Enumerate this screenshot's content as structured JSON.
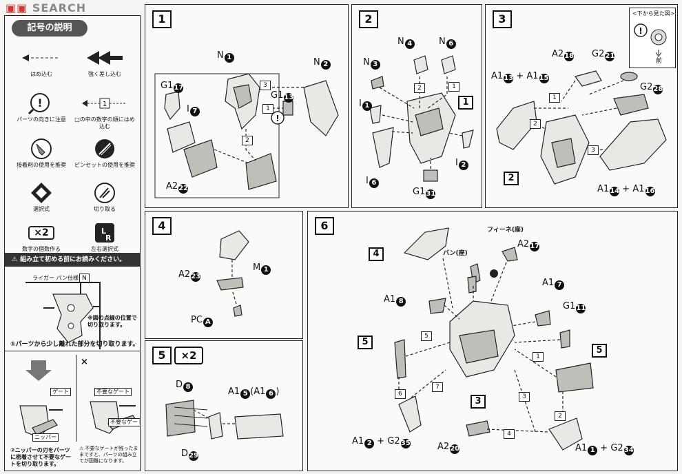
{
  "watermark": "SEARCH",
  "legend": {
    "title": "記号の説明",
    "items": [
      {
        "icon": "insert-arrow-icon",
        "text": "はめ込む"
      },
      {
        "icon": "press-arrow-icon",
        "text": "強く差し込む"
      },
      {
        "icon": "attention-icon",
        "text": "パーツの向きに注意"
      },
      {
        "icon": "numbered-order-icon",
        "text": "□の中の数字の順にはめ込む",
        "box": "1"
      },
      {
        "icon": "glue-icon",
        "text": "接着剤の使用を推奨"
      },
      {
        "icon": "tweezers-icon",
        "text": "ピンセットの使用を推奨"
      },
      {
        "icon": "choice-icon",
        "text": "選択式"
      },
      {
        "icon": "cut-icon",
        "text": "切り取る"
      },
      {
        "icon": "multiply-icon",
        "text": "数字の個数作る",
        "box": "×2"
      },
      {
        "icon": "left-right-icon",
        "text": "左右選択式"
      }
    ],
    "warning_title": "組み立て初める前にお読みください。",
    "liger_label": "ライガー パン仕様",
    "runner_letter": "N",
    "dotted_note": "※図の点線の位置で切り取ります。",
    "step1_text": "①パーツから少し離れた部分を切り取ります。",
    "gate_label": "ゲート",
    "nipper_label": "ニッパー",
    "bad_gate_label": "不要なゲート",
    "step2_text": "②ニッパーの刃をパーツに密着させて不要なゲートを切り取ります。",
    "note_text": "不要なゲートが残ったままですと、パーツの組み立てが困難になります。",
    "bad_mark": "×"
  },
  "steps": {
    "s1": {
      "num": "1",
      "labels": [
        {
          "pre": "N",
          "circ": "1"
        },
        {
          "pre": "N",
          "circ": "2"
        },
        {
          "pre": "G1",
          "circ": "17"
        },
        {
          "pre": "I",
          "circ": "7"
        },
        {
          "pre": "G1",
          "circ": "13"
        },
        {
          "pre": "A2",
          "circ": "22"
        }
      ],
      "tags": [
        "3",
        "1",
        "2"
      ]
    },
    "s2": {
      "num": "2",
      "labels": [
        {
          "pre": "N",
          "circ": "4"
        },
        {
          "pre": "N",
          "circ": "6"
        },
        {
          "pre": "N",
          "circ": "3"
        },
        {
          "pre": "I",
          "circ": "1"
        },
        {
          "pre": "I",
          "circ": "2"
        },
        {
          "pre": "I",
          "circ": "6"
        },
        {
          "pre": "G1",
          "circ": "31"
        }
      ],
      "ref": "1",
      "tags": [
        "2",
        "1"
      ]
    },
    "s3": {
      "num": "3",
      "view_note": "<下から見た図>",
      "front": "前",
      "labels": [
        {
          "pre": "A2",
          "circ": "18"
        },
        {
          "pre": "G2",
          "circ": "21"
        },
        {
          "pre": "A1",
          "circ": "13",
          "plus": "A1",
          "circ2": "15"
        },
        {
          "pre": "G2",
          "circ": "28"
        },
        {
          "pre": "A1",
          "circ": "14",
          "plus": "A1",
          "circ2": "16"
        }
      ],
      "ref": "2",
      "tags": [
        "1",
        "2",
        "3"
      ]
    },
    "s4": {
      "num": "4",
      "labels": [
        {
          "pre": "M",
          "circ": "1"
        },
        {
          "pre": "A2",
          "circ": "23"
        },
        {
          "pre": "PC",
          "circ": "A"
        }
      ]
    },
    "s5": {
      "num": "5",
      "mult": "×2",
      "labels": [
        {
          "pre": "D",
          "circ": "8"
        },
        {
          "pre": "A1",
          "circ": "5",
          "alt_pre": "A1",
          "alt_circ": "6"
        },
        {
          "pre": "D",
          "circ": "29"
        }
      ]
    },
    "s6": {
      "num": "6",
      "fine_label": "フィーネ(座)",
      "van_label": "バン(座)",
      "labels": [
        {
          "pre": "A2",
          "circ": "17"
        },
        {
          "pre": "A1",
          "circ": "8"
        },
        {
          "pre": "A1",
          "circ": "7"
        },
        {
          "pre": "G1",
          "circ": "11"
        },
        {
          "pre": "A1",
          "circ": "2",
          "plus": "G2",
          "circ2": "35"
        },
        {
          "pre": "A2",
          "circ": "20"
        },
        {
          "pre": "A1",
          "circ": "1",
          "plus": "G2",
          "circ2": "34"
        }
      ],
      "refs": [
        "4",
        "5",
        "3",
        "5"
      ],
      "tags": [
        "5",
        "1",
        "6",
        "7",
        "3",
        "2",
        "4"
      ]
    }
  }
}
